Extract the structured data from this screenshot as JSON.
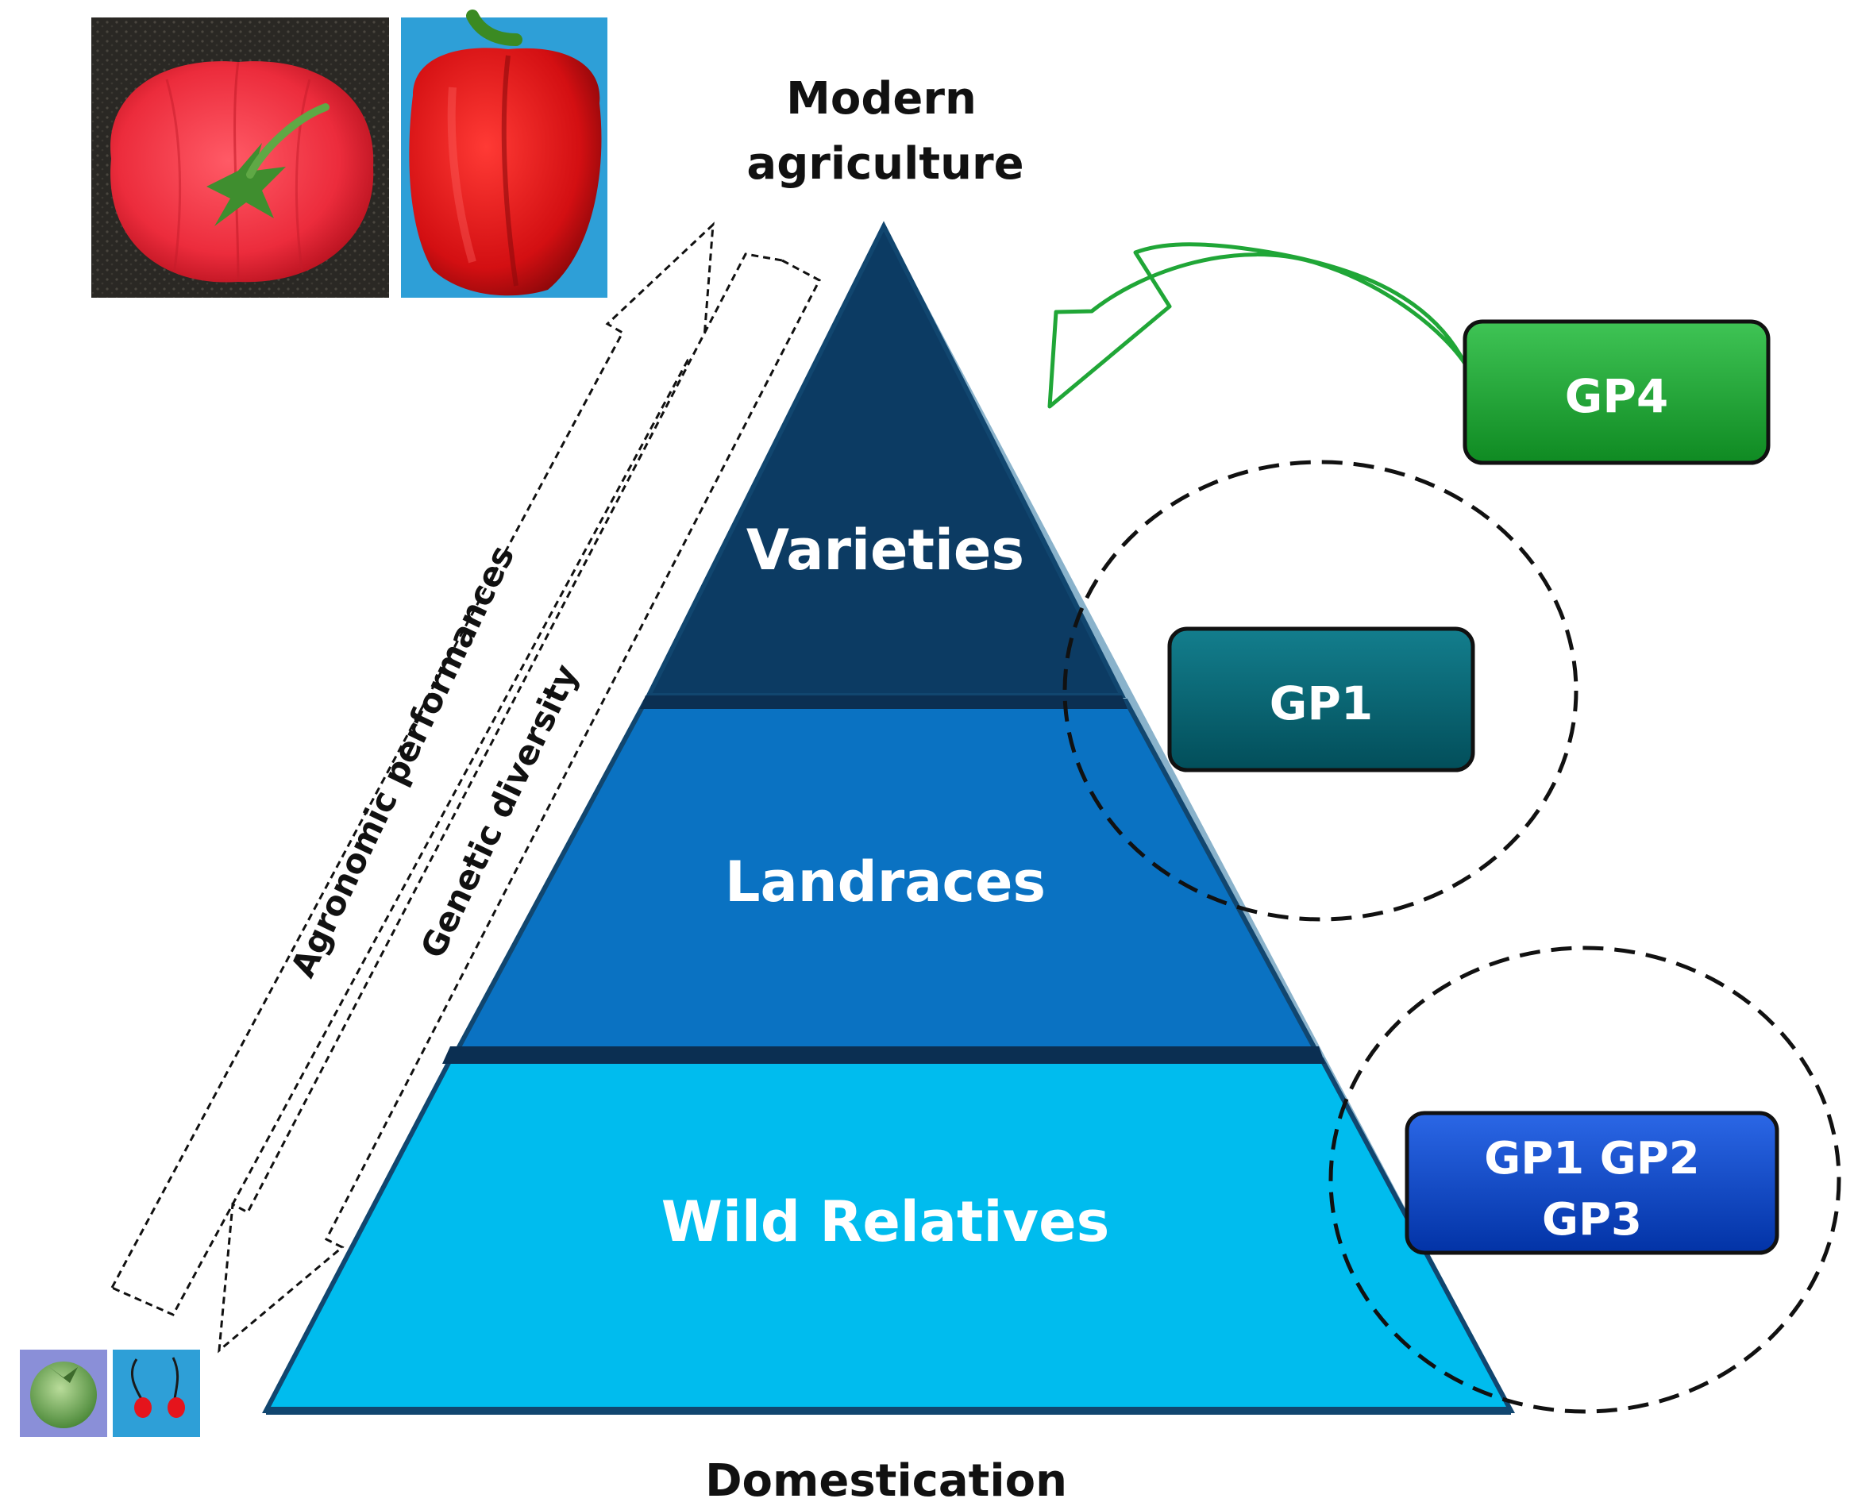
{
  "top_label": {
    "line1": "Modern",
    "line2": "agriculture"
  },
  "bottom_label": "Domestication",
  "pyramid": {
    "tiers": [
      {
        "label": "Varieties",
        "color": "#0c3b63"
      },
      {
        "label": "Landraces",
        "color": "#0a72c2"
      },
      {
        "label": "Wild Relatives",
        "color": "#00bcee"
      }
    ],
    "outline_color": "#11466f"
  },
  "arrows": {
    "agronomic": "Agronomic performances",
    "genetic": "Genetic diversity"
  },
  "gene_pools": {
    "gp4": {
      "label": "GP4",
      "color": "#16a12a"
    },
    "gp1": {
      "label": "GP1",
      "color": "#02606e"
    },
    "gp123": {
      "line1": "GP1 GP2",
      "line2": "GP3",
      "color": "#0340c8"
    }
  },
  "photos": {
    "modern": [
      "tomato-cultivated",
      "pepper-cultivated"
    ],
    "wild": [
      "tomato-wild",
      "pepper-wild"
    ]
  }
}
